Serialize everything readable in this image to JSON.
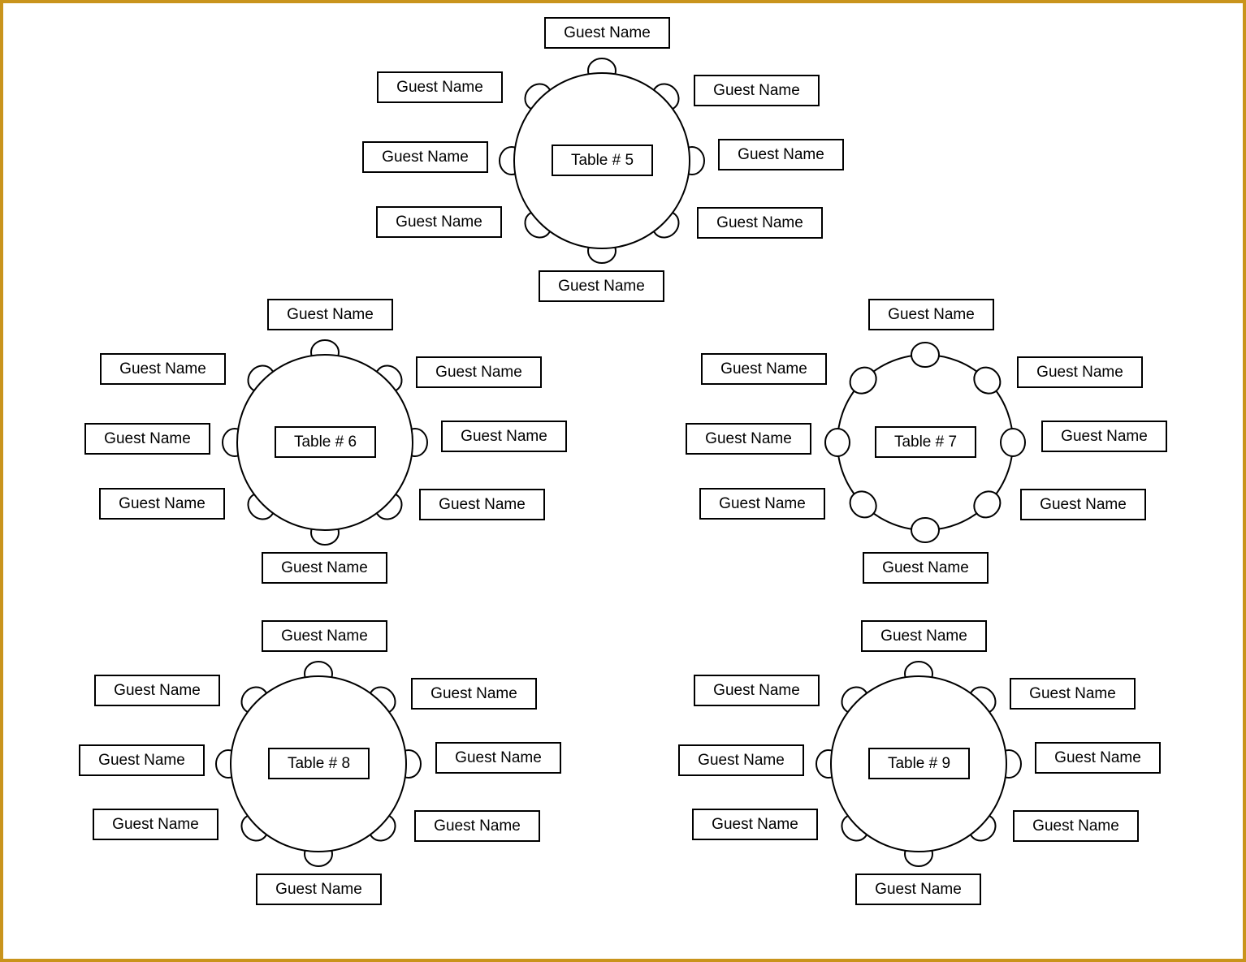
{
  "border_color": "#c9941c",
  "tables": [
    {
      "label": "Table # 5",
      "seat_style": "semi",
      "guests": [
        "Guest Name",
        "Guest Name",
        "Guest Name",
        "Guest Name",
        "Guest Name",
        "Guest Name",
        "Guest Name",
        "Guest Name"
      ]
    },
    {
      "label": "Table # 6",
      "seat_style": "semi",
      "guests": [
        "Guest Name",
        "Guest Name",
        "Guest Name",
        "Guest Name",
        "Guest Name",
        "Guest Name",
        "Guest Name",
        "Guest Name"
      ]
    },
    {
      "label": "Table # 7",
      "seat_style": "full",
      "guests": [
        "Guest Name",
        "Guest Name",
        "Guest Name",
        "Guest Name",
        "Guest Name",
        "Guest Name",
        "Guest Name",
        "Guest Name"
      ]
    },
    {
      "label": "Table # 8",
      "seat_style": "semi",
      "guests": [
        "Guest Name",
        "Guest Name",
        "Guest Name",
        "Guest Name",
        "Guest Name",
        "Guest Name",
        "Guest Name",
        "Guest Name"
      ]
    },
    {
      "label": "Table # 9",
      "seat_style": "semi",
      "guests": [
        "Guest Name",
        "Guest Name",
        "Guest Name",
        "Guest Name",
        "Guest Name",
        "Guest Name",
        "Guest Name",
        "Guest Name"
      ]
    }
  ]
}
